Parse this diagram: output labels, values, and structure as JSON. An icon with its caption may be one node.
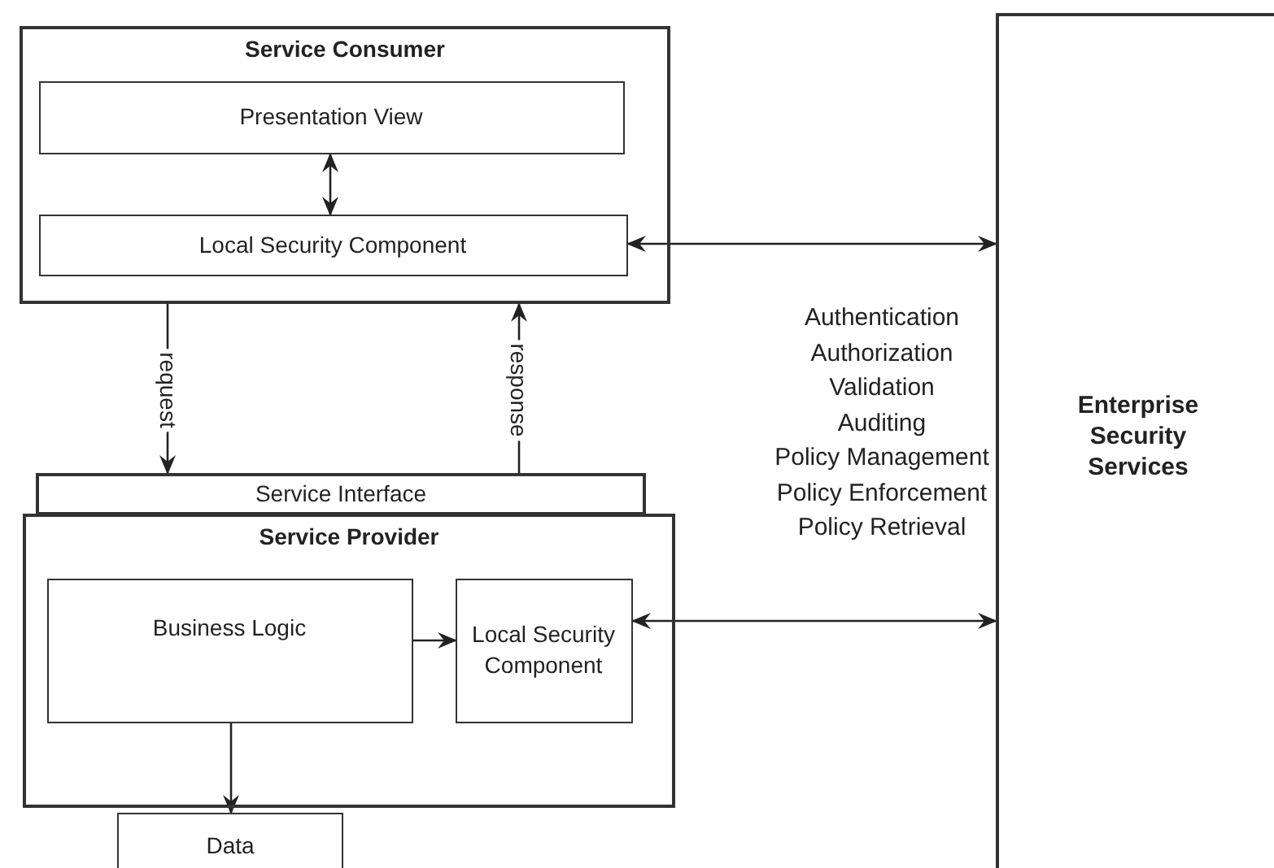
{
  "diagram": {
    "nodes": [
      {
        "text": [
          "Service Consumer"
        ]
      },
      {
        "text": [
          "Presentation View"
        ],
        "in": 0
      },
      {
        "text": [
          "Local Security Component"
        ],
        "in": 0
      },
      {
        "text": [
          "Service Interface"
        ]
      },
      {
        "text": [
          "Service Provider"
        ]
      },
      {
        "text": [
          "Business Logic"
        ],
        "in": 4
      },
      {
        "text": [
          "Local Security Component"
        ],
        "in": 4
      },
      {
        "text": [
          "Data"
        ]
      },
      {
        "text": [
          "Enterprise Security Services"
        ]
      }
    ],
    "edges": [
      {
        "from": 1,
        "to": 2,
        "arrow": "both"
      },
      {
        "from": 2,
        "to": 8,
        "arrow": "both"
      },
      {
        "from": 0,
        "to": 3,
        "arrow": "to",
        "label": "request"
      },
      {
        "from": 3,
        "to": 0,
        "arrow": "to",
        "label": "response"
      },
      {
        "from": 5,
        "to": 6,
        "arrow": "to"
      },
      {
        "from": 6,
        "to": 8,
        "arrow": "both"
      },
      {
        "from": 5,
        "to": 7,
        "arrow": "to"
      }
    ],
    "labels": [
      "Authentication",
      "Authorization",
      "Validation",
      "Auditing",
      "Policy Management",
      "Policy Enforcement",
      "Policy Retrieval"
    ]
  }
}
